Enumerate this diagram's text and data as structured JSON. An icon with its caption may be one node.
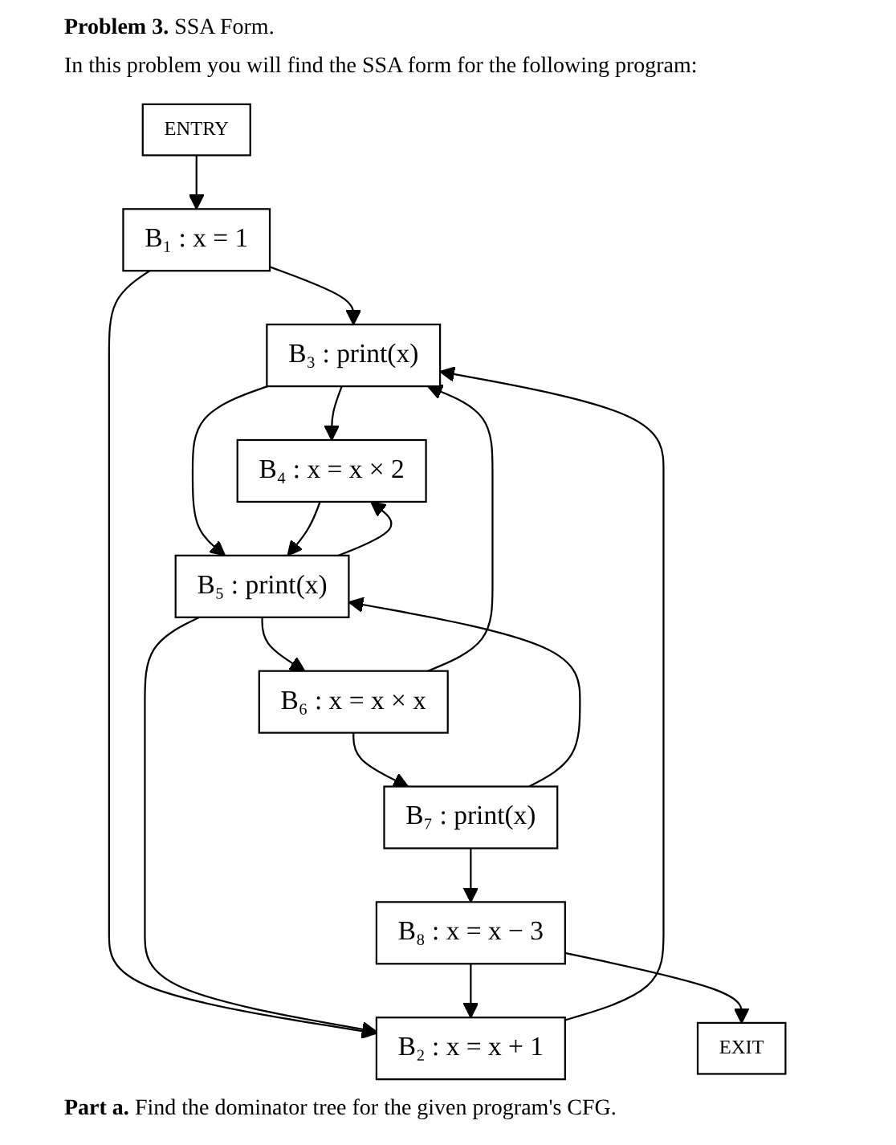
{
  "diagram": {
    "title": "**Problem 3.** SSA Form.",
    "nodes": [
      {
        "text": [
          "ENTRY"
        ]
      },
      {
        "text": [
          "B₁ : x = 1"
        ]
      },
      {
        "text": [
          "B₂ : x = x + 1"
        ]
      },
      {
        "text": [
          "B₃ : print(x)"
        ]
      },
      {
        "text": [
          "B₄ : x = x × 2"
        ]
      },
      {
        "text": [
          "B₅ : print(x)"
        ]
      },
      {
        "text": [
          "B₆ : x = x × x"
        ]
      },
      {
        "text": [
          "B₇ : print(x)"
        ]
      },
      {
        "text": [
          "B₈ : x = x − 3"
        ]
      },
      {
        "text": [
          "EXIT"
        ]
      }
    ],
    "edges": [
      {
        "from": 0,
        "to": 1,
        "arrow": "to"
      },
      {
        "from": 1,
        "to": 3,
        "arrow": "to"
      },
      {
        "from": 1,
        "to": 2,
        "arrow": "to"
      },
      {
        "from": 2,
        "to": 3,
        "arrow": "to"
      },
      {
        "from": 3,
        "to": 4,
        "arrow": "to"
      },
      {
        "from": 3,
        "to": 5,
        "arrow": "to"
      },
      {
        "from": 4,
        "to": 5,
        "arrow": "to"
      },
      {
        "from": 5,
        "to": 4,
        "arrow": "to"
      },
      {
        "from": 5,
        "to": 2,
        "arrow": "to"
      },
      {
        "from": 6,
        "to": 3,
        "arrow": "to"
      },
      {
        "from": 5,
        "to": 6,
        "arrow": "to"
      },
      {
        "from": 6,
        "to": 7,
        "arrow": "to"
      },
      {
        "from": 7,
        "to": 5,
        "arrow": "to"
      },
      {
        "from": 7,
        "to": 8,
        "arrow": "to"
      },
      {
        "from": 8,
        "to": 2,
        "arrow": "to"
      },
      {
        "from": 8,
        "to": 9,
        "arrow": "to"
      }
    ],
    "labels": [
      "In this problem you will find the SSA form for the following program:",
      "**Part a.** Find the dominator tree for the given program's CFG."
    ]
  }
}
